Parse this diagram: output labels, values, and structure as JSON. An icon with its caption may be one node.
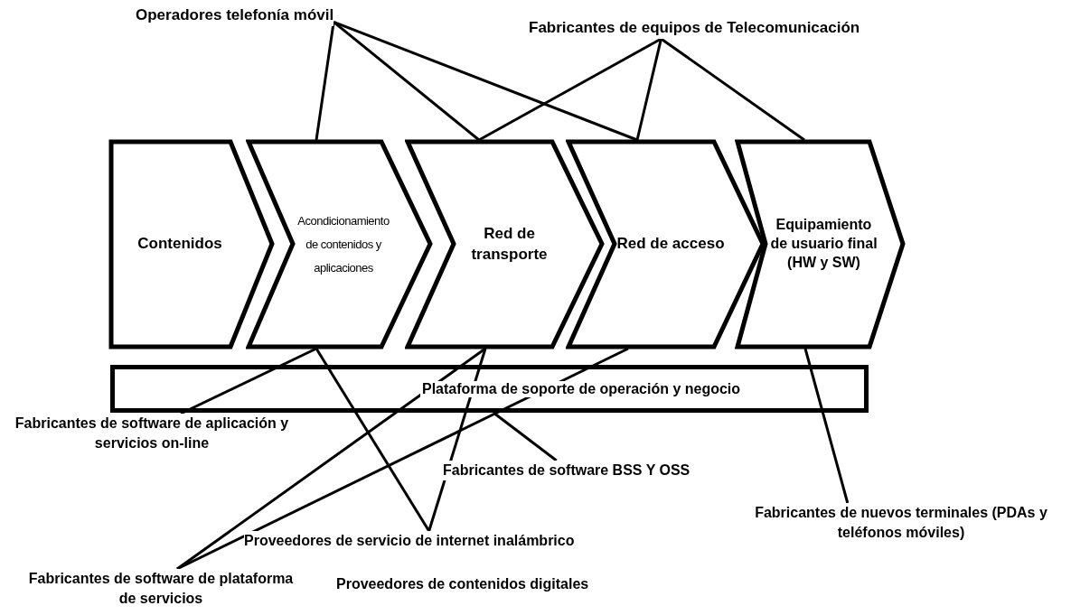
{
  "diagram": {
    "nodes": [
      {
        "text": [
          "Contenidos"
        ]
      },
      {
        "text": [
          "Acondicionamiento de contenidos y aplicaciones"
        ]
      },
      {
        "text": [
          "Red de transporte"
        ]
      },
      {
        "text": [
          "Red de acceso"
        ]
      },
      {
        "text": [
          "Equipamiento de usuario final (HW y SW)"
        ]
      },
      {
        "text": [
          "Plataforma de soporte de operación y negocio"
        ]
      },
      {
        "text": [
          "Operadores telefonía móvil"
        ]
      },
      {
        "text": [
          "Fabricantes de equipos de Telecomunicación"
        ]
      },
      {
        "text": [
          "Fabricantes de software de aplicación y servicios on-line"
        ]
      },
      {
        "text": [
          "Fabricantes de software BSS Y OSS"
        ]
      },
      {
        "text": [
          "Proveedores de servicio de internet inalámbrico"
        ]
      },
      {
        "text": [
          "Fabricantes de software de plataforma de servicios"
        ]
      },
      {
        "text": [
          "Fabricantes de nuevos terminales (PDAs y teléfonos móviles)"
        ]
      }
    ],
    "edges": [
      {
        "from": 6,
        "to": 1,
        "arrow": "none"
      },
      {
        "from": 6,
        "to": 2,
        "arrow": "none"
      },
      {
        "from": 6,
        "to": 3,
        "arrow": "none"
      },
      {
        "from": 7,
        "to": 2,
        "arrow": "none"
      },
      {
        "from": 7,
        "to": 3,
        "arrow": "none"
      },
      {
        "from": 7,
        "to": 4,
        "arrow": "none"
      },
      {
        "from": 8,
        "to": 1,
        "arrow": "none"
      },
      {
        "from": 10,
        "to": 1,
        "arrow": "none"
      },
      {
        "from": 10,
        "to": 2,
        "arrow": "none"
      },
      {
        "from": 11,
        "to": 2,
        "arrow": "none"
      },
      {
        "from": 11,
        "to": 3,
        "arrow": "none"
      },
      {
        "from": 9,
        "to": 5,
        "arrow": "none"
      },
      {
        "from": 12,
        "to": 4,
        "arrow": "none"
      }
    ],
    "labels": [
      "Proveedores de contenidos digitales"
    ]
  }
}
